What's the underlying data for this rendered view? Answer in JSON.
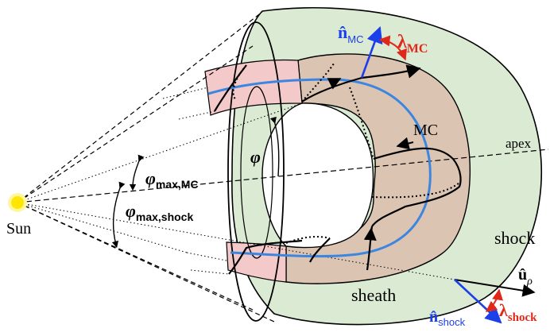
{
  "labels": {
    "sun": "Sun",
    "mc": "MC",
    "apex": "apex",
    "shock": "shock",
    "sheath": "sheath",
    "phi": "φ",
    "phi_max_mc": {
      "symbol": "φ",
      "sub": "max,MC"
    },
    "phi_max_shock": {
      "symbol": "φ",
      "sub": "max,shock"
    },
    "n_mc": {
      "symbol": "n̂",
      "sub": "MC"
    },
    "lambda_mc": {
      "symbol": "λ",
      "sub": "MC"
    },
    "u_rho": {
      "symbol": "û",
      "sub": "ρ"
    },
    "n_shock": {
      "symbol": "n̂",
      "sub": "shock"
    },
    "lambda_shock": {
      "symbol": "λ",
      "sub": "shock"
    }
  },
  "colors": {
    "sheath_fill": "#dbead3",
    "mc_fill": "#dcc4b2",
    "leg_fill": "#f4c9c9",
    "mc_axis": "#3d86e0",
    "normal_vector": "#1b3fe8",
    "angle_red": "#e0281a",
    "sun": "#ffe600",
    "line": "#000000"
  }
}
